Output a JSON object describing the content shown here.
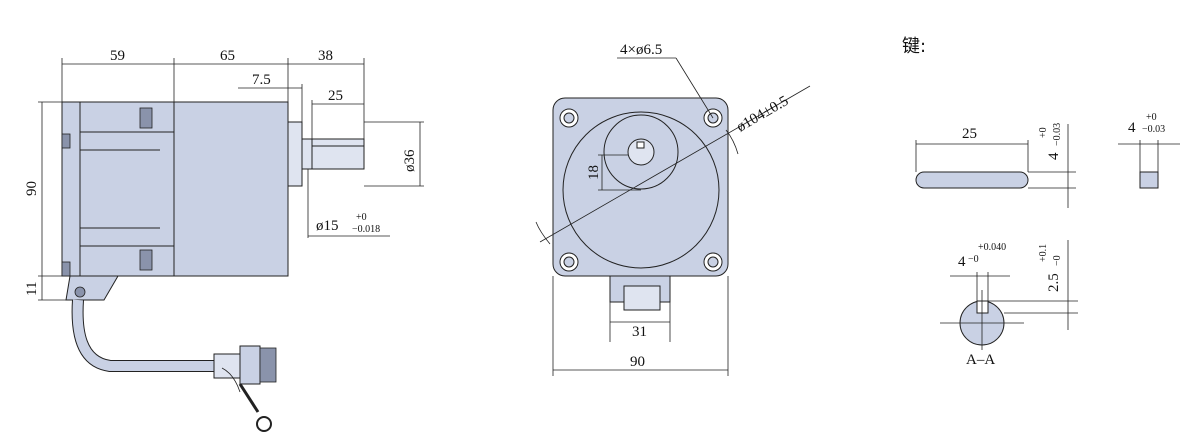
{
  "side_view": {
    "dim_body": "59",
    "dim_gear": "65",
    "dim_shaft": "38",
    "dim_step": "7.5",
    "dim_key": "25",
    "dim_height": "90",
    "dim_bottom": "11",
    "dim_shaft_dia": "ø36",
    "shaft_dia_label": "ø15",
    "shaft_tol_upper": "+0",
    "shaft_tol_lower": "−0.018"
  },
  "front_view": {
    "holes_label": "4×ø6.5",
    "pcd_label": "ø104±0.5",
    "offset_label": "18",
    "width_label": "90",
    "shaft_width_label": "31"
  },
  "key_view": {
    "title": "键:",
    "length_label": "25",
    "width_base": "4",
    "width_tol_upper": "+0",
    "width_tol_lower": "−0.03",
    "end_width_base": "4",
    "end_tol_upper": "+0",
    "end_tol_lower": "−0.03"
  },
  "section_view": {
    "slot_width_base": "4",
    "slot_tol_upper": "+0.040",
    "slot_tol_lower": "−0",
    "depth_base": "2.5",
    "depth_tol_upper": "+0.1",
    "depth_tol_lower": "−0",
    "section_label": "A–A"
  },
  "colors": {
    "part_fill": "#c9d1e4",
    "line": "#222222"
  }
}
